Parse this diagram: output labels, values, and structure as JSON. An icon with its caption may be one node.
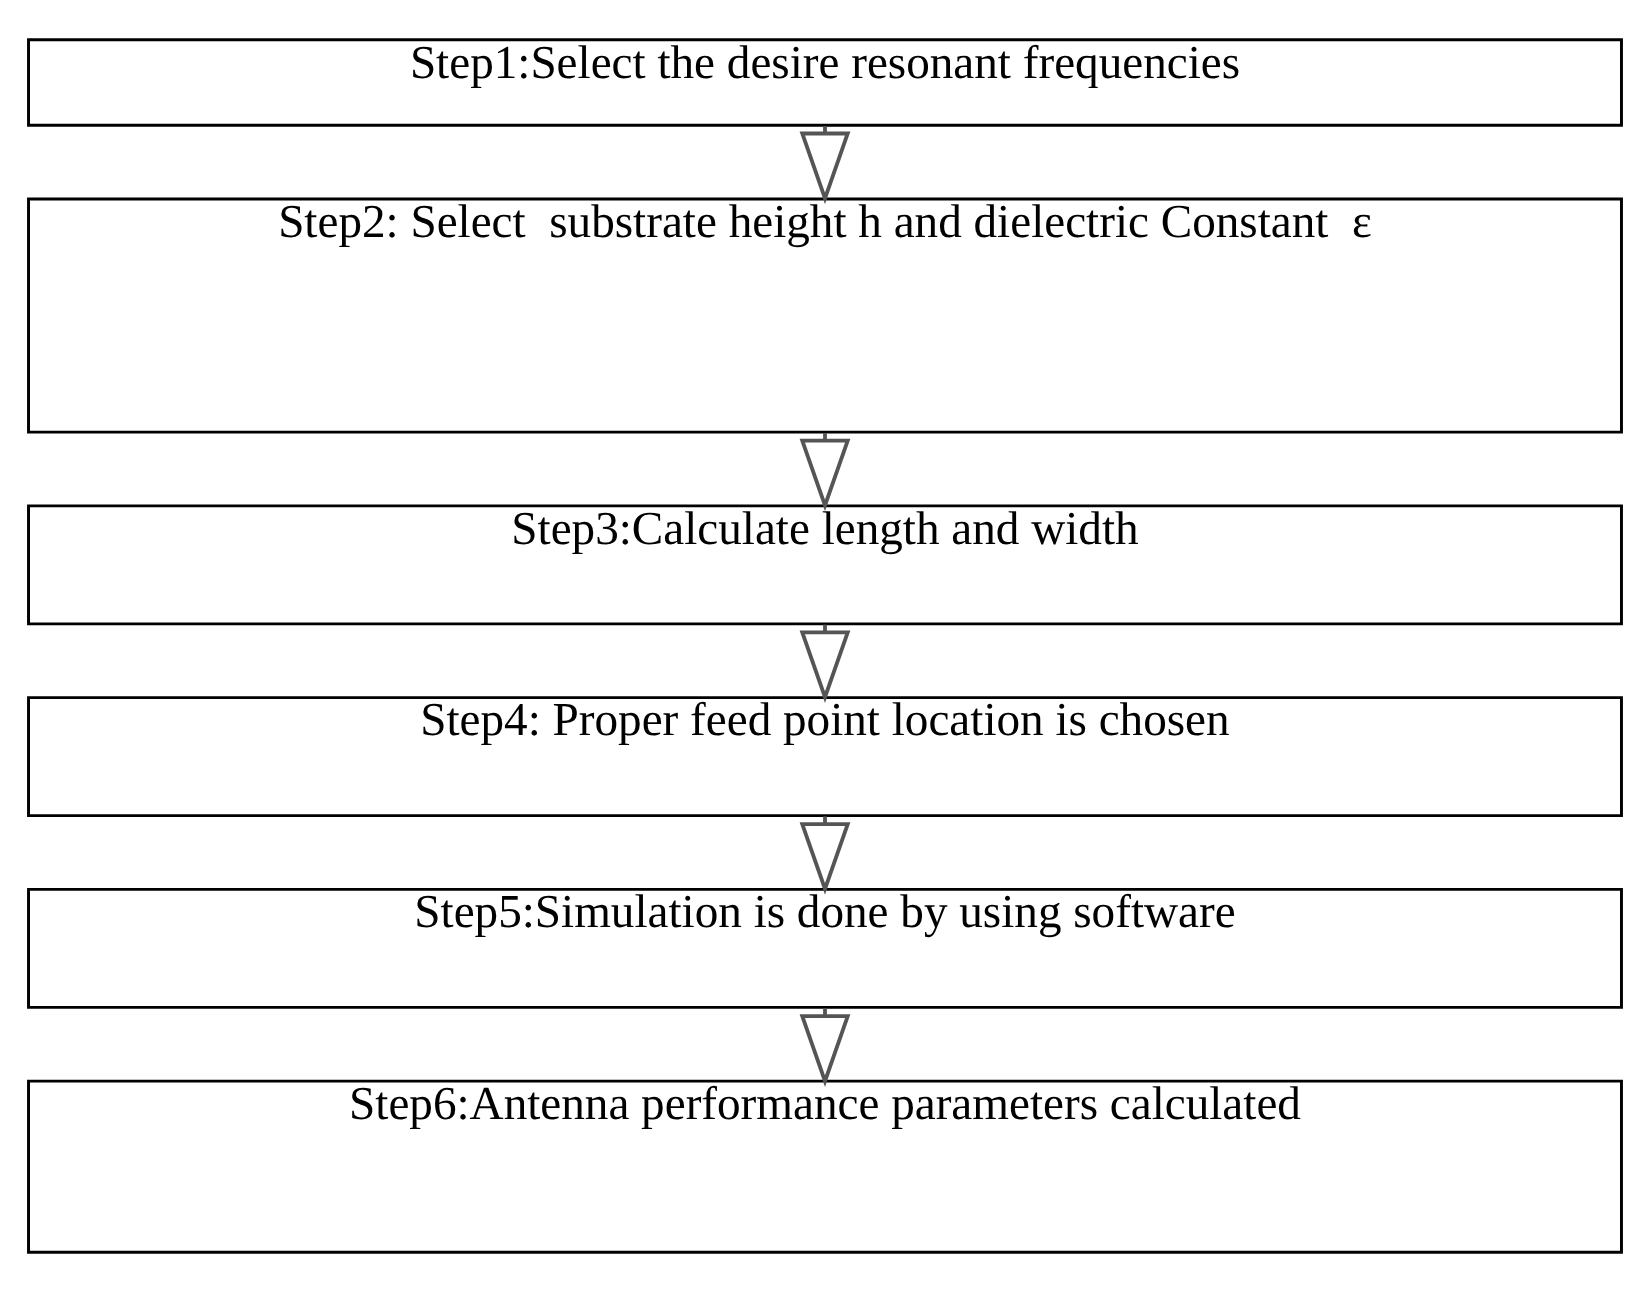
{
  "diagram": {
    "nodes": [
      {
        "text": [
          "Step1:Select the desire resonant frequencies"
        ]
      },
      {
        "text": [
          "Step2: Select  substrate height h and dielectric Constant  ɛ"
        ]
      },
      {
        "text": [
          "Step3:Calculate length and width"
        ]
      },
      {
        "text": [
          "Step4: Proper feed point location is chosen"
        ]
      },
      {
        "text": [
          "Step5:Simulation is done by using software"
        ]
      },
      {
        "text": [
          "Step6:Antenna performance parameters calculated"
        ]
      }
    ],
    "edges": [
      {
        "from": 0,
        "to": 1,
        "arrow": "to"
      },
      {
        "from": 1,
        "to": 2,
        "arrow": "to"
      },
      {
        "from": 2,
        "to": 3,
        "arrow": "to"
      },
      {
        "from": 3,
        "to": 4,
        "arrow": "to"
      },
      {
        "from": 4,
        "to": 5,
        "arrow": "to"
      }
    ]
  }
}
